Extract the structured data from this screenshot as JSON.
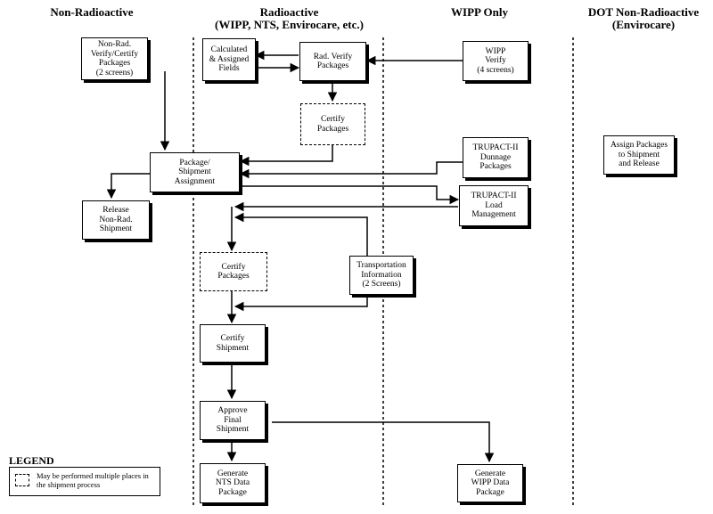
{
  "headers": {
    "non_radioactive": "Non-Radioactive",
    "radioactive_line1": "Radioactive",
    "radioactive_line2": "(WIPP, NTS, Envirocare, etc.)",
    "wipp_only": "WIPP Only",
    "dot_line1": "DOT Non-Radioactive",
    "dot_line2": "(Envirocare)"
  },
  "boxes": {
    "nonrad_verify": "Non-Rad.\nVerify/Certify\nPackages\n(2 screens)",
    "calculated_fields": "Calculated\n& Assigned\nFields",
    "rad_verify": "Rad. Verify\nPackages",
    "wipp_verify": "WIPP\nVerify\n(4 screens)",
    "certify_packages_1": "Certify\nPackages",
    "trupact_dunnage": "TRUPACT-II\nDunnage\nPackages",
    "assign_packages": "Assign Packages\nto Shipment\nand Release",
    "package_assignment": "Package/\nShipment\nAssignment",
    "trupact_load": "TRUPACT-II\nLoad\nManagement",
    "release_nonrad": "Release\nNon-Rad.\nShipment",
    "certify_packages_2": "Certify\nPackages",
    "transportation_info": "Transportation\nInformation\n(2 Screens)",
    "certify_shipment": "Certify\nShipment",
    "approve_final": "Approve\nFinal\nShipment",
    "generate_nts": "Generate\nNTS Data\nPackage",
    "generate_wipp": "Generate\nWIPP Data\nPackage"
  },
  "legend": {
    "title": "LEGEND",
    "text": "May be performed multiple places in the shipment process"
  }
}
